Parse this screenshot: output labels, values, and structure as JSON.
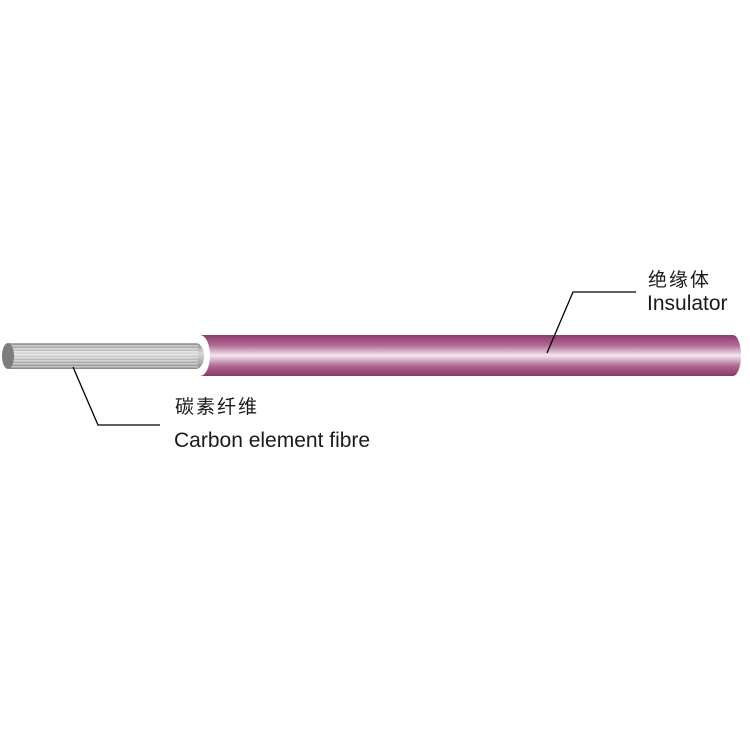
{
  "labels": {
    "conductor": {
      "cn": "碳素纤维",
      "en": "Carbon element fibre"
    },
    "insulator": {
      "cn": "绝缘体",
      "en": "Insulator"
    }
  },
  "colors": {
    "insulator": "#9b3f78",
    "insulator_highlight": "#f4e6ee",
    "conductor": "#a6a6a6",
    "leader_line": "#000000"
  }
}
